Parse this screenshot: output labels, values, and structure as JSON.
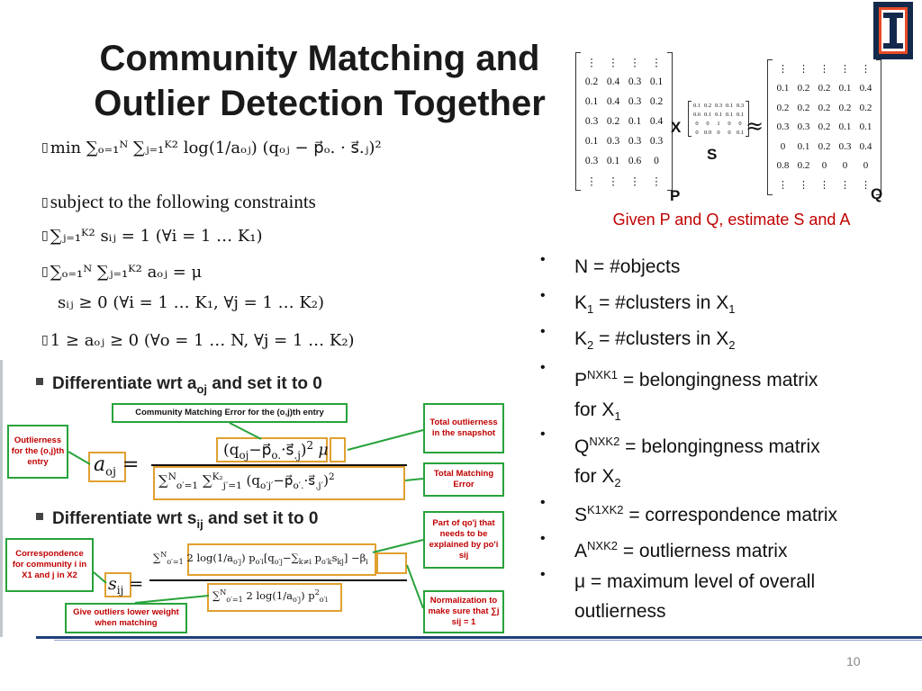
{
  "title": {
    "line1": "Community Matching and",
    "line2": "Outlier Detection Together"
  },
  "matrices": {
    "label_x": "X",
    "label_s": "S",
    "label_p": "P",
    "label_q": "Q",
    "approx": "≈",
    "P": [
      [
        "⋮",
        "⋮",
        "⋮",
        "⋮"
      ],
      [
        "0.2",
        "0.4",
        "0.3",
        "0.1"
      ],
      [
        "0.1",
        "0.4",
        "0.3",
        "0.2"
      ],
      [
        "0.3",
        "0.2",
        "0.1",
        "0.4"
      ],
      [
        "0.1",
        "0.3",
        "0.3",
        "0.3"
      ],
      [
        "0.3",
        "0.1",
        "0.6",
        "0"
      ],
      [
        "⋮",
        "⋮",
        "⋮",
        "⋮"
      ]
    ],
    "S": [
      [
        "0.1",
        "0.2",
        "0.3",
        "0.1",
        "0.3"
      ],
      [
        "0.6",
        "0.1",
        "0.1",
        "0.1",
        "0.1"
      ],
      [
        "0",
        "0",
        "1",
        "0",
        "0"
      ],
      [
        "0",
        "0.9",
        "0",
        "0",
        "0.1"
      ]
    ],
    "Q": [
      [
        "⋮",
        "⋮",
        "⋮",
        "⋮",
        "⋮"
      ],
      [
        "0.1",
        "0.2",
        "0.2",
        "0.1",
        "0.4"
      ],
      [
        "0.2",
        "0.2",
        "0.2",
        "0.2",
        "0.2"
      ],
      [
        "0.3",
        "0.3",
        "0.2",
        "0.1",
        "0.1"
      ],
      [
        "0",
        "0.1",
        "0.2",
        "0.3",
        "0.4"
      ],
      [
        "0.8",
        "0.2",
        "0",
        "0",
        "0"
      ],
      [
        "⋮",
        "⋮",
        "⋮",
        "⋮",
        "⋮"
      ]
    ]
  },
  "caption": "Given P and Q, estimate S and A",
  "formulas": {
    "f1": "min ∑ₒ₌₁ᴺ ∑ⱼ₌₁ᴷ² log(1/aₒⱼ) (qₒⱼ − p⃗ₒ. · s⃗.ⱼ)²",
    "f2": "subject to the following constraints",
    "f3": "∑ⱼ₌₁ᴷ² sᵢⱼ = 1    (∀i = 1 … K₁)",
    "f4": "∑ₒ₌₁ᴺ ∑ⱼ₌₁ᴷ² aₒⱼ = μ",
    "f5": "sᵢⱼ ≥ 0    (∀i = 1 … K₁, ∀j = 1 … K₂)",
    "f6": "1 ≥ aₒⱼ ≥ 0    (∀o = 1 … N, ∀j = 1 … K₂)"
  },
  "bullets": [
    {
      "pre": "N = #objects"
    },
    {
      "pre": "K",
      "sub": "1",
      "post": " = #clusters in X",
      "sub2": "1"
    },
    {
      "pre": "K",
      "sub": "2",
      "post": " = #clusters in X",
      "sub2": "2"
    },
    {
      "pre": "P",
      "sup": "NXK1",
      "post": " = belongingness matrix",
      "line2": "for X",
      "sub2": "1"
    },
    {
      "pre": "Q",
      "sup": "NXK2",
      "post": " = belongingness matrix",
      "line2": "for X",
      "sub2": "2"
    },
    {
      "pre": "S",
      "sup": "K1XK2",
      "post": " = correspondence matrix"
    },
    {
      "pre": "A",
      "sup": "NXK2",
      "post": " = outlierness matrix"
    },
    {
      "pre": "μ = maximum level of overall",
      "line2": "outlierness"
    }
  ],
  "figure": {
    "head1": "Differentiate wrt a",
    "head1_sub": "oj",
    "head1_post": " and set it to 0",
    "head2": "Differentiate wrt s",
    "head2_sub": "ij",
    "head2_post": " and set it to 0",
    "box_cm_error": "Community Matching Error for the (o,j)th entry",
    "box_total_outlierness": "Total outlierness in the snapshot",
    "box_outlierness": "Outlierness for the (o,j)th entry",
    "box_total_matching": "Total Matching Error",
    "box_part_of": "Part of qo'j that needs to be explained by po'i sij",
    "box_correspondence": "Correspondence for community i in X1 and j in X2",
    "box_give_outliers": "Give outliers lower weight when matching",
    "box_normalization": "Normalization to make sure that ∑j sij = 1"
  },
  "page_number": "10",
  "colors": {
    "title": "#1a1a1a",
    "caption": "#c00000",
    "box_border": "#27a33b",
    "highlight_border": "#e0a030",
    "rule": "#1f3f7a"
  }
}
